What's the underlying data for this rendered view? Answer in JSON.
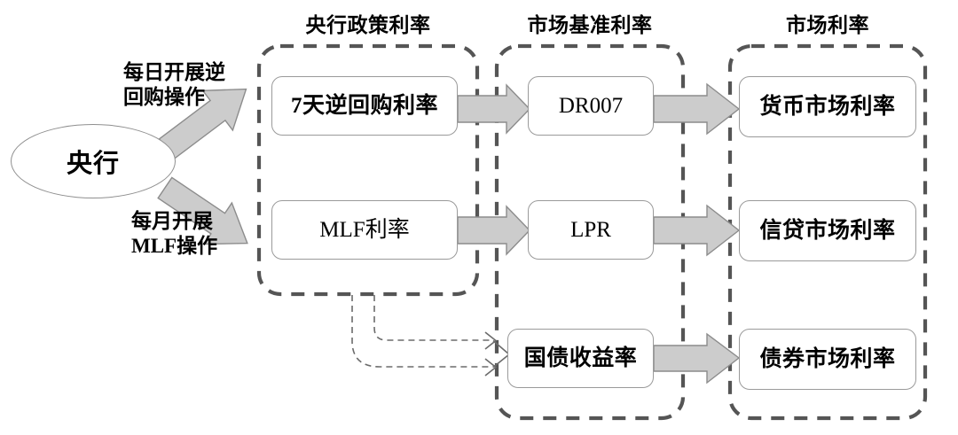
{
  "diagram": {
    "title_source": "Monetary policy interest rate transmission chain",
    "colors": {
      "arrow_fill": "#cccccc",
      "arrow_stroke": "#8c8c8c",
      "container_dash": "#555555",
      "node_stroke": "#9a9a9a",
      "thin_dash": "#6b6b6b",
      "background": "#ffffff",
      "text": "#000000"
    },
    "source": {
      "label": "央行"
    },
    "annotations": [
      {
        "id": "daily-repo",
        "line1": "每日开展逆",
        "line2": "回购操作"
      },
      {
        "id": "monthly-mlf",
        "line1": "每月开展",
        "line2": "MLF操作"
      }
    ],
    "groups": [
      {
        "id": "policy-rate",
        "header": "央行政策利率",
        "nodes": [
          {
            "id": "reverse-repo-7d",
            "label": "7天逆回购利率"
          },
          {
            "id": "mlf-rate",
            "label": "MLF利率"
          }
        ]
      },
      {
        "id": "market-benchmark-rate",
        "header": "市场基准利率",
        "nodes": [
          {
            "id": "dr007",
            "label": "DR007"
          },
          {
            "id": "lpr",
            "label": "LPR"
          },
          {
            "id": "treasury-yield",
            "label": "国债收益率"
          }
        ]
      },
      {
        "id": "market-rate",
        "header": "市场利率",
        "nodes": [
          {
            "id": "money-market-rate",
            "label": "货币市场利率"
          },
          {
            "id": "credit-market-rate",
            "label": "信贷市场利率"
          },
          {
            "id": "bond-market-rate",
            "label": "债券市场利率"
          }
        ]
      }
    ],
    "links": [
      {
        "from": "央行",
        "to": "7天逆回购利率",
        "label": "每日开展逆回购操作",
        "style": "thick-gray"
      },
      {
        "from": "央行",
        "to": "MLF利率",
        "label": "每月开展MLF操作",
        "style": "thick-gray"
      },
      {
        "from": "7天逆回购利率",
        "to": "DR007",
        "label": "",
        "style": "thick-gray"
      },
      {
        "from": "MLF利率",
        "to": "LPR",
        "label": "",
        "style": "thick-gray"
      },
      {
        "from": "DR007",
        "to": "货币市场利率",
        "label": "",
        "style": "thick-gray"
      },
      {
        "from": "LPR",
        "to": "信贷市场利率",
        "label": "",
        "style": "thick-gray"
      },
      {
        "from": "国债收益率",
        "to": "债券市场利率",
        "label": "",
        "style": "thick-gray"
      },
      {
        "from": "央行政策利率",
        "to": "国债收益率",
        "label": "",
        "style": "thin-dashed"
      },
      {
        "from": "央行政策利率",
        "to": "国债收益率",
        "label": "",
        "style": "thin-dashed"
      }
    ]
  }
}
